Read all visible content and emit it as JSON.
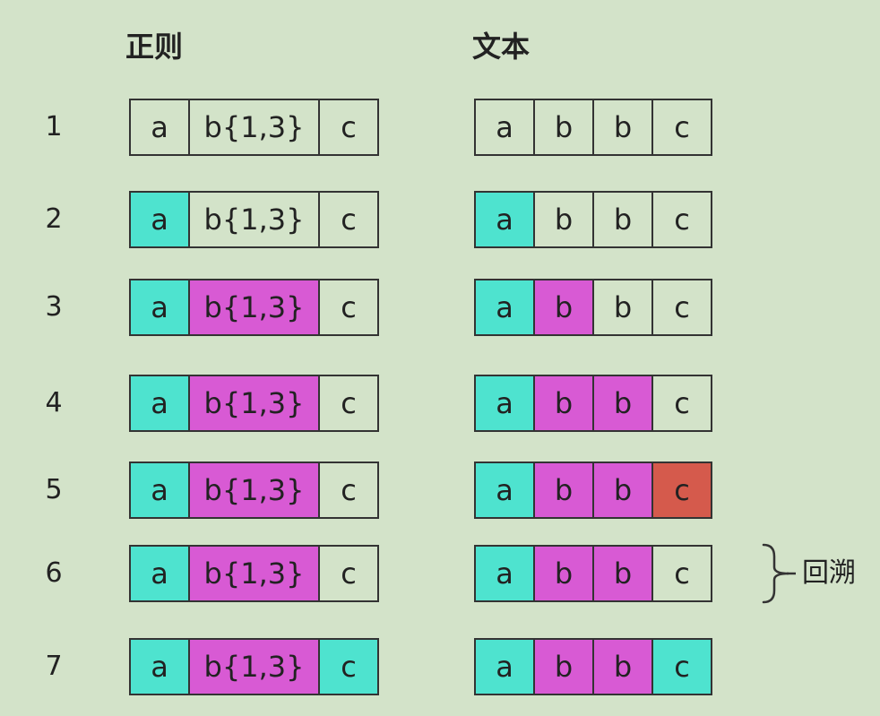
{
  "headers": {
    "regex": "正则",
    "text": "文本"
  },
  "colors": {
    "background": "#d3e3c9",
    "matched": "#4ee3cf",
    "quantifier": "#d85ad4",
    "failed": "#d55a4c",
    "border": "#333333"
  },
  "regex_tokens": [
    "a",
    "b{1,3}",
    "c"
  ],
  "text_chars": [
    "a",
    "b",
    "b",
    "c"
  ],
  "steps": [
    {
      "num": "1",
      "regex_states": [
        "none",
        "none",
        "none"
      ],
      "text_states": [
        "none",
        "none",
        "none",
        "none"
      ]
    },
    {
      "num": "2",
      "regex_states": [
        "cyan",
        "none",
        "none"
      ],
      "text_states": [
        "cyan",
        "none",
        "none",
        "none"
      ]
    },
    {
      "num": "3",
      "regex_states": [
        "cyan",
        "magenta",
        "none"
      ],
      "text_states": [
        "cyan",
        "magenta",
        "none",
        "none"
      ]
    },
    {
      "num": "4",
      "regex_states": [
        "cyan",
        "magenta",
        "none"
      ],
      "text_states": [
        "cyan",
        "magenta",
        "magenta",
        "none"
      ]
    },
    {
      "num": "5",
      "regex_states": [
        "cyan",
        "magenta",
        "none"
      ],
      "text_states": [
        "cyan",
        "magenta",
        "magenta",
        "red"
      ]
    },
    {
      "num": "6",
      "regex_states": [
        "cyan",
        "magenta",
        "none"
      ],
      "text_states": [
        "cyan",
        "magenta",
        "magenta",
        "none"
      ]
    },
    {
      "num": "7",
      "regex_states": [
        "cyan",
        "magenta",
        "cyan"
      ],
      "text_states": [
        "cyan",
        "magenta",
        "magenta",
        "cyan"
      ]
    }
  ],
  "annotation": {
    "label": "回溯",
    "step": "6"
  }
}
